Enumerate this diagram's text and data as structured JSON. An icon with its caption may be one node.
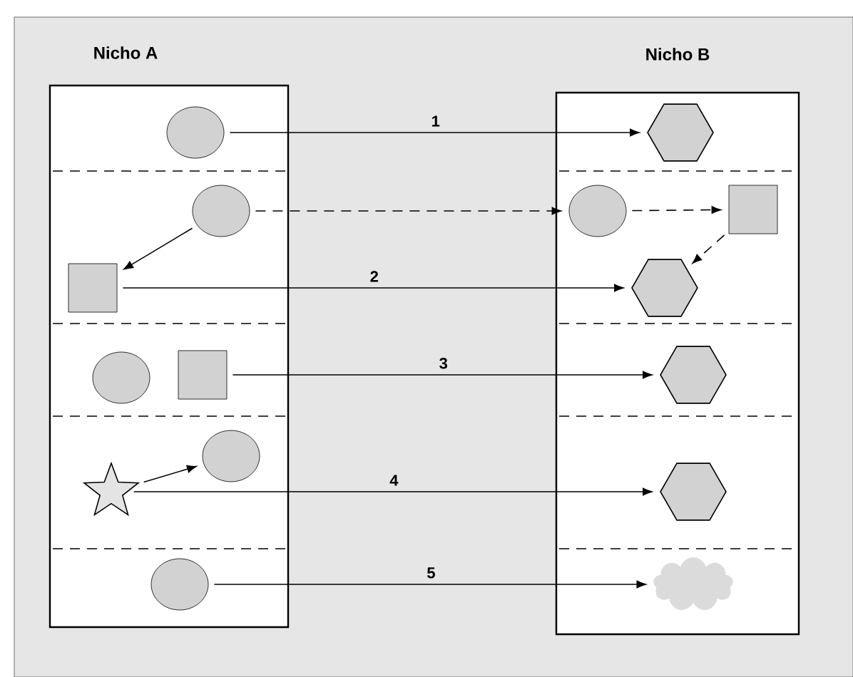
{
  "diagram": {
    "nodes": [
      {
        "text": [
          "Nicho A"
        ]
      },
      {
        "text": [
          "Nicho B"
        ]
      },
      {
        "text": [],
        "shape": "circle",
        "in": 0
      },
      {
        "text": [],
        "shape": "circle",
        "in": 0
      },
      {
        "text": [],
        "shape": "box",
        "in": 0
      },
      {
        "text": [],
        "shape": "circle",
        "in": 0
      },
      {
        "text": [],
        "shape": "box",
        "in": 0
      },
      {
        "text": [],
        "shape": "star",
        "in": 0
      },
      {
        "text": [],
        "shape": "circle",
        "in": 0
      },
      {
        "text": [],
        "shape": "circle",
        "in": 0
      },
      {
        "text": [],
        "shape": "hexagon",
        "in": 1
      },
      {
        "text": [],
        "shape": "circle",
        "in": 1
      },
      {
        "text": [],
        "shape": "box",
        "in": 1
      },
      {
        "text": [],
        "shape": "hexagon",
        "in": 1
      },
      {
        "text": [],
        "shape": "hexagon",
        "in": 1
      },
      {
        "text": [],
        "shape": "hexagon",
        "in": 1
      },
      {
        "text": [],
        "shape": "cloud",
        "in": 1
      }
    ],
    "edges": [
      {
        "from": 2,
        "to": 10,
        "arrow": "to",
        "label": "1"
      },
      {
        "from": 3,
        "to": 11,
        "arrow": "to",
        "style": "dashed"
      },
      {
        "from": 3,
        "to": 4,
        "arrow": "to"
      },
      {
        "from": 4,
        "to": 13,
        "arrow": "to",
        "label": "2"
      },
      {
        "from": 11,
        "to": 12,
        "arrow": "to",
        "style": "dashed"
      },
      {
        "from": 12,
        "to": 13,
        "arrow": "to",
        "style": "dashed"
      },
      {
        "from": 6,
        "to": 14,
        "arrow": "to",
        "label": "3"
      },
      {
        "from": 7,
        "to": 8,
        "arrow": "to"
      },
      {
        "from": 7,
        "to": 15,
        "arrow": "to",
        "label": "4"
      },
      {
        "from": 9,
        "to": 16,
        "arrow": "to",
        "label": "5"
      }
    ]
  }
}
